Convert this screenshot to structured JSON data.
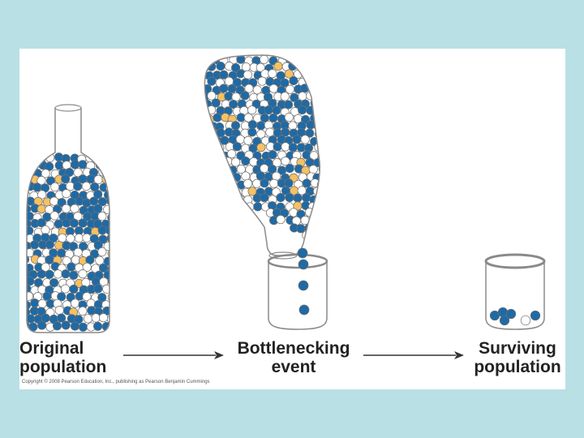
{
  "labels": {
    "original": [
      "Original",
      "population"
    ],
    "bottleneck": [
      "Bottlenecking",
      "event"
    ],
    "surviving": [
      "Surviving",
      "population"
    ]
  },
  "copyright": "Copyright © 2008 Pearson Education, Inc., publishing as Pearson Benjamin Cummings",
  "colors": {
    "background": "#b9e0e5",
    "panel": "#ffffff",
    "blue_marble": "#1f6aa5",
    "white_marble": "#ffffff",
    "yellow_marble": "#f5c163",
    "outline": "#8a8a8a"
  },
  "marbles": {
    "original_bottle": {
      "blue": 0.55,
      "white": 0.41,
      "yellow": 0.04
    },
    "surviving_cup": {
      "blue": 5,
      "white": 1,
      "yellow": 0
    }
  }
}
